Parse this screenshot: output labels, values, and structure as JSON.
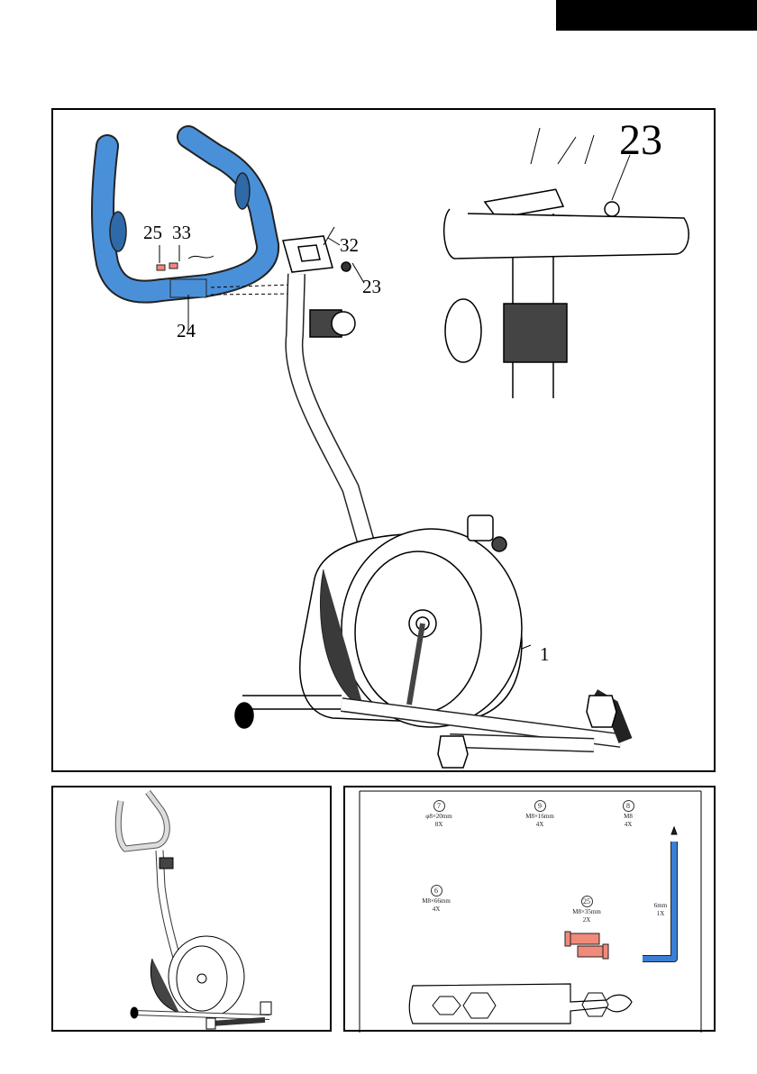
{
  "callouts": {
    "c25": "25",
    "c33": "33",
    "c32": "32",
    "c23a": "23",
    "c24": "24",
    "c1": "1",
    "c23b": "23"
  },
  "parts": [
    {
      "num": "7",
      "spec": "φ8×20mm",
      "qty": "8X"
    },
    {
      "num": "9",
      "spec": "M8×16mm",
      "qty": "4X"
    },
    {
      "num": "8",
      "spec": "M8",
      "qty": "4X"
    },
    {
      "num": "6",
      "spec": "M8×66mm",
      "qty": "4X"
    },
    {
      "num": "25",
      "spec": "M8×35mm",
      "qty": "2X"
    }
  ],
  "tool": {
    "spec": "6mm",
    "qty": "1X"
  },
  "colors": {
    "handlebar": "#4a90d9",
    "bolt": "#f08a7a",
    "allen_key": "#3b7fd4"
  }
}
